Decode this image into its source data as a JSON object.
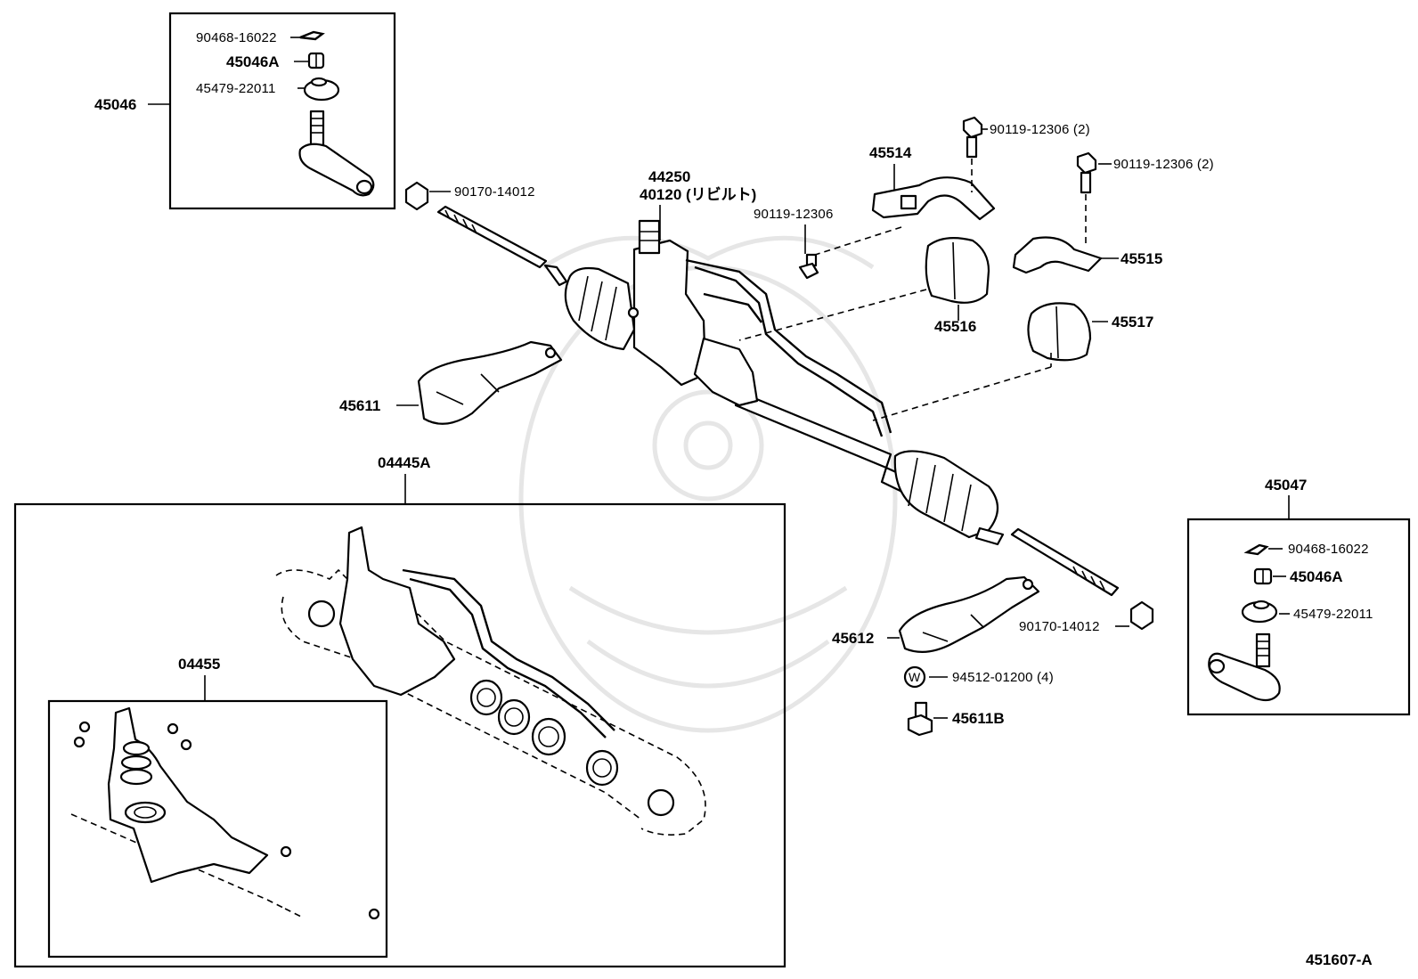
{
  "diagram_id": "451607-A",
  "labels": {
    "tie_end_left": "45046",
    "clip_left": "90468-16022",
    "nut_left": "45046A",
    "boot_left": "45479-22011",
    "rack_end_left": "90170-14012",
    "gear_assy_1": "44250",
    "gear_assy_2": "40120 (リビルト)",
    "bolt_small": "90119-12306",
    "bracket_1": "45514",
    "bolt_top_1": "90119-12306 (2)",
    "bolt_top_2": "90119-12306 (2)",
    "bracket_2": "45515",
    "bushing_1": "45516",
    "bushing_2": "45517",
    "insulator_left": "45611",
    "kit_main": "04445A",
    "kit_sub": "04455",
    "tie_end_right": "45047",
    "clip_right": "90468-16022",
    "nut_right": "45046A",
    "boot_right": "45479-22011",
    "rack_end_right": "90170-14012",
    "insulator_right": "45612",
    "washer": "94512-01200 (4)",
    "washer_mark": "W",
    "bolt_bottom": "45611B"
  }
}
